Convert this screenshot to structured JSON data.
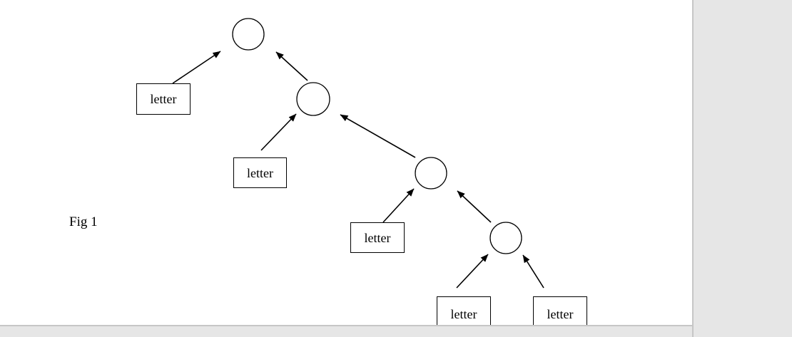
{
  "figure": {
    "caption": "Fig 1",
    "circle_count": 4,
    "boxes": [
      {
        "id": "leaf-1",
        "label": "letter"
      },
      {
        "id": "leaf-2",
        "label": "letter"
      },
      {
        "id": "leaf-3",
        "label": "letter"
      },
      {
        "id": "leaf-4",
        "label": "letter"
      },
      {
        "id": "leaf-5",
        "label": "letter"
      }
    ]
  },
  "colors": {
    "page_background": "#ffffff",
    "gutter_background": "#e6e6e6",
    "gutter_border": "#c6c6c6",
    "line": "#000000"
  }
}
